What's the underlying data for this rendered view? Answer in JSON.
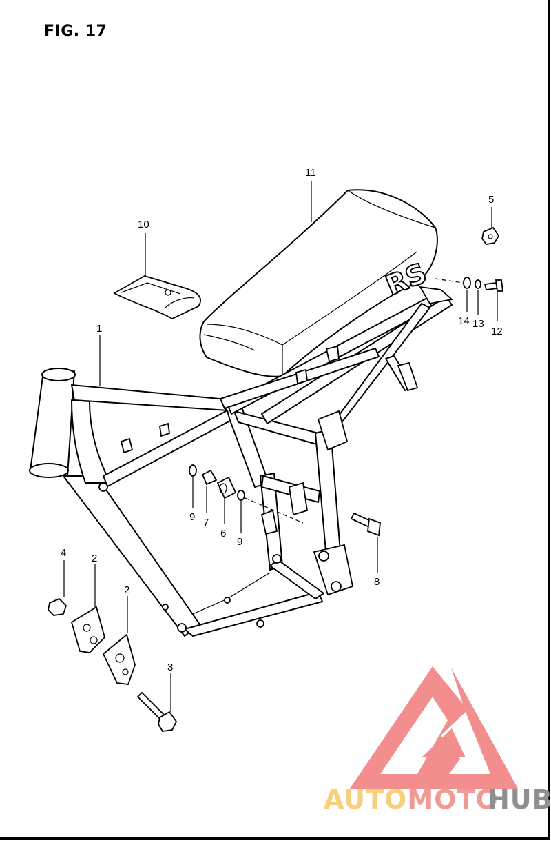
{
  "figure": {
    "title": "FIG. 17"
  },
  "callouts": [
    {
      "id": "c1",
      "label": "1"
    },
    {
      "id": "c2a",
      "label": "2"
    },
    {
      "id": "c2b",
      "label": "2"
    },
    {
      "id": "c3",
      "label": "3"
    },
    {
      "id": "c4",
      "label": "4"
    },
    {
      "id": "c5",
      "label": "5"
    },
    {
      "id": "c6",
      "label": "6"
    },
    {
      "id": "c7",
      "label": "7"
    },
    {
      "id": "c8",
      "label": "8"
    },
    {
      "id": "c9a",
      "label": "9"
    },
    {
      "id": "c9b",
      "label": "9"
    },
    {
      "id": "c10",
      "label": "10"
    },
    {
      "id": "c11",
      "label": "11"
    },
    {
      "id": "c12",
      "label": "12"
    },
    {
      "id": "c13",
      "label": "13"
    },
    {
      "id": "c14",
      "label": "14"
    }
  ],
  "seat_lettering": "RS",
  "watermark": {
    "text_left": "AUTOMOTO",
    "text_right": "HUB",
    "color_left": "#f8cf7a",
    "color_mid": "#f29a92",
    "color_right": "#8f8f8f",
    "logo_color": "#f27b7b"
  }
}
